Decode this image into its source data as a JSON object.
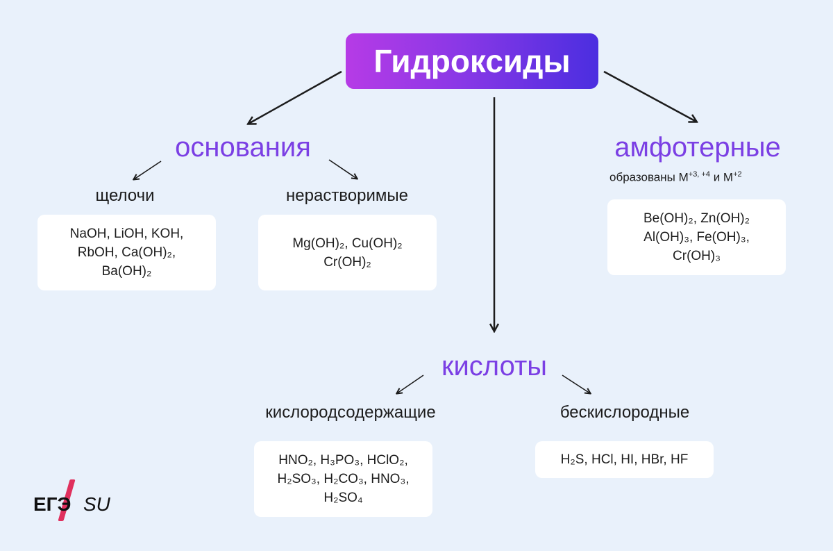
{
  "title": "Гидроксиды",
  "bases": {
    "label": "основания",
    "alkali": {
      "label": "щелочи",
      "lines": [
        "NaOH, LiOH, KOH,",
        "RbOH, Ca(OH)₂,",
        "Ba(OH)₂"
      ]
    },
    "insoluble": {
      "label": "нерастворимые",
      "lines": [
        "Mg(OH)₂, Cu(OH)₂",
        "Cr(OH)₂"
      ]
    }
  },
  "amphoteric": {
    "label": "амфотерные",
    "note_prefix": "образованы M",
    "note_sup1": "+3, +4",
    "note_mid": " и M",
    "note_sup2": "+2",
    "lines": [
      "Be(OH)₂, Zn(OH)₂",
      "Al(OH)₃, Fe(OH)₃,",
      "Cr(OH)₃"
    ]
  },
  "acids": {
    "label": "кислоты",
    "oxygen": {
      "label": "кислородсодержащие",
      "lines": [
        "HNO₂, H₃PO₃, HClO₂,",
        "H₂SO₃, H₂CO₃, HNO₃,",
        "H₂SO₄"
      ]
    },
    "oxygenless": {
      "label": "бескислородные",
      "lines": [
        "H₂S, HCl, HI, HBr, HF"
      ]
    }
  },
  "logo": {
    "left": "ЕГЭ",
    "right": "SU"
  },
  "colors": {
    "accent": "#7b3fe4",
    "background": "#e9f1fb",
    "gradient_start": "#b63be6",
    "gradient_end": "#4b2ee0",
    "logo_slash": "#e0305d"
  }
}
